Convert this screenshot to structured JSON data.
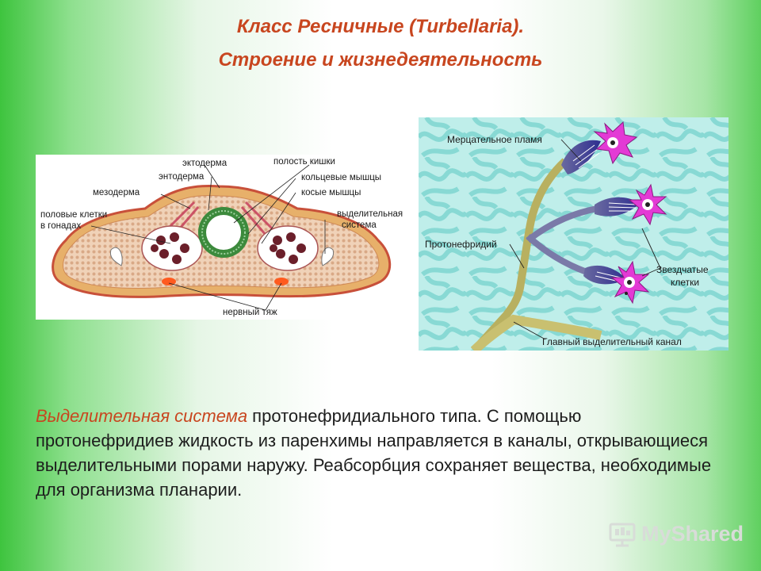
{
  "slide": {
    "title_line1": "Класс Ресничные (Turbellaria).",
    "title_line2": "Строение и жизнедеятельность"
  },
  "cross_section": {
    "labels": {
      "ectoderm": "эктодерма",
      "gut_cavity": "полость кишки",
      "endoderm": "энтодерма",
      "circular_muscles": "кольцевые мышцы",
      "mesoderm": "мезодерма",
      "oblique_muscles": "косые мышцы",
      "genital_cells_1": "половые клетки",
      "genital_cells_2": "в гонадах",
      "excretory_1": "выделительная",
      "excretory_2": "система",
      "nerve_cord": "нервный тяж"
    }
  },
  "protonephridium": {
    "labels": {
      "flame": "Мерцательное пламя",
      "protonephridium": "Протонефридий",
      "stellate_1": "Звездчатые",
      "stellate_2": "клетки",
      "main_canal": "Главный выделительный канал"
    }
  },
  "description": {
    "highlight": "Выделительная система",
    "text": " протонефридиального типа. С помощью протонефридиев жидкость из паренхимы направляется в каналы, открывающиеся выделительными порами наружу. Реабсорбция сохраняет вещества, необходимые для организма планарии."
  },
  "watermark": {
    "text": "MyShared"
  }
}
